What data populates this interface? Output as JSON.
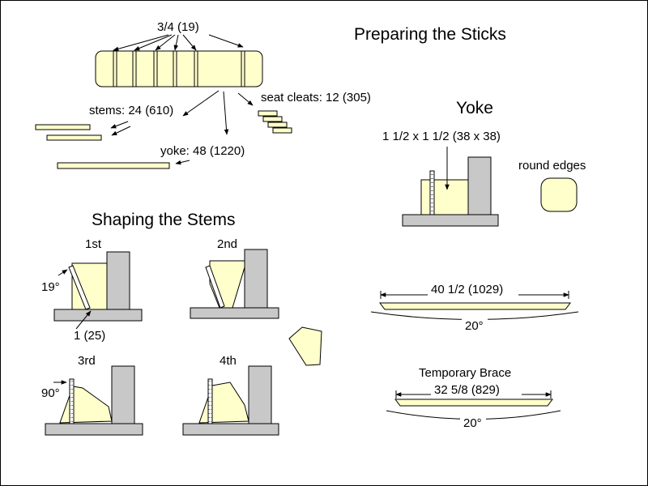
{
  "titles": {
    "preparing": "Preparing the Sticks",
    "yoke": "Yoke",
    "shaping": "Shaping the Stems"
  },
  "labels": {
    "rip_width": "3/4 (19)",
    "stems": "stems: 24 (610)",
    "seat_cleats": "seat cleats: 12 (305)",
    "yoke_length": "yoke: 48 (1220)",
    "yoke_section": "1 1/2 x 1 1/2 (38 x 38)",
    "round_edges": "round edges",
    "step1": "1st",
    "step2": "2nd",
    "step3": "3rd",
    "step4": "4th",
    "angle_19": "19°",
    "angle_90": "90°",
    "thickness": "1 (25)",
    "yoke_span": "40 1/2 (1029)",
    "yoke_angle": "20°",
    "brace_title": "Temporary Brace",
    "brace_span": "32 5/8 (829)",
    "brace_angle": "20°"
  },
  "colors": {
    "wood": "#ffffcc",
    "jig": "#c8c8c8",
    "outline": "#000000"
  }
}
